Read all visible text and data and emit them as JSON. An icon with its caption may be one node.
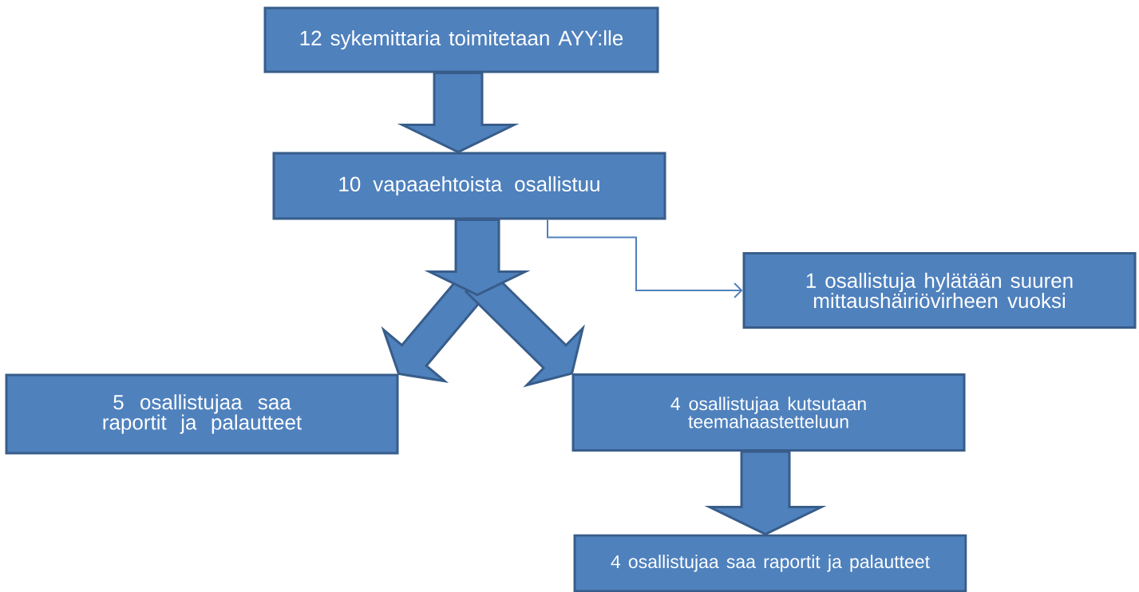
{
  "diagram": {
    "nodes": [
      {
        "text": [
          "12 sykemittaria toimitetaan AYY:lle"
        ]
      },
      {
        "text": [
          "10 vapaaehtoista osallistuu"
        ]
      },
      {
        "text": [
          "1 osallistuja hylätään suuren mittaushäiriövirheen vuoksi"
        ]
      },
      {
        "text": [
          "5 osallistujaa saa raportit ja palautteet"
        ]
      },
      {
        "text": [
          "4 osallistujaa kutsutaan teemahaastetteluun"
        ]
      },
      {
        "text": [
          "4 osallistujaa saa raportit ja palautteet"
        ]
      }
    ],
    "edges": [
      {
        "from": 0,
        "to": 1,
        "arrow": "to",
        "style": "thick"
      },
      {
        "from": 1,
        "to": 2,
        "arrow": "to"
      },
      {
        "from": 1,
        "to": 3,
        "arrow": "to",
        "style": "thick"
      },
      {
        "from": 1,
        "to": 4,
        "arrow": "to",
        "style": "thick"
      },
      {
        "from": 4,
        "to": 5,
        "arrow": "to",
        "style": "thick"
      }
    ]
  }
}
